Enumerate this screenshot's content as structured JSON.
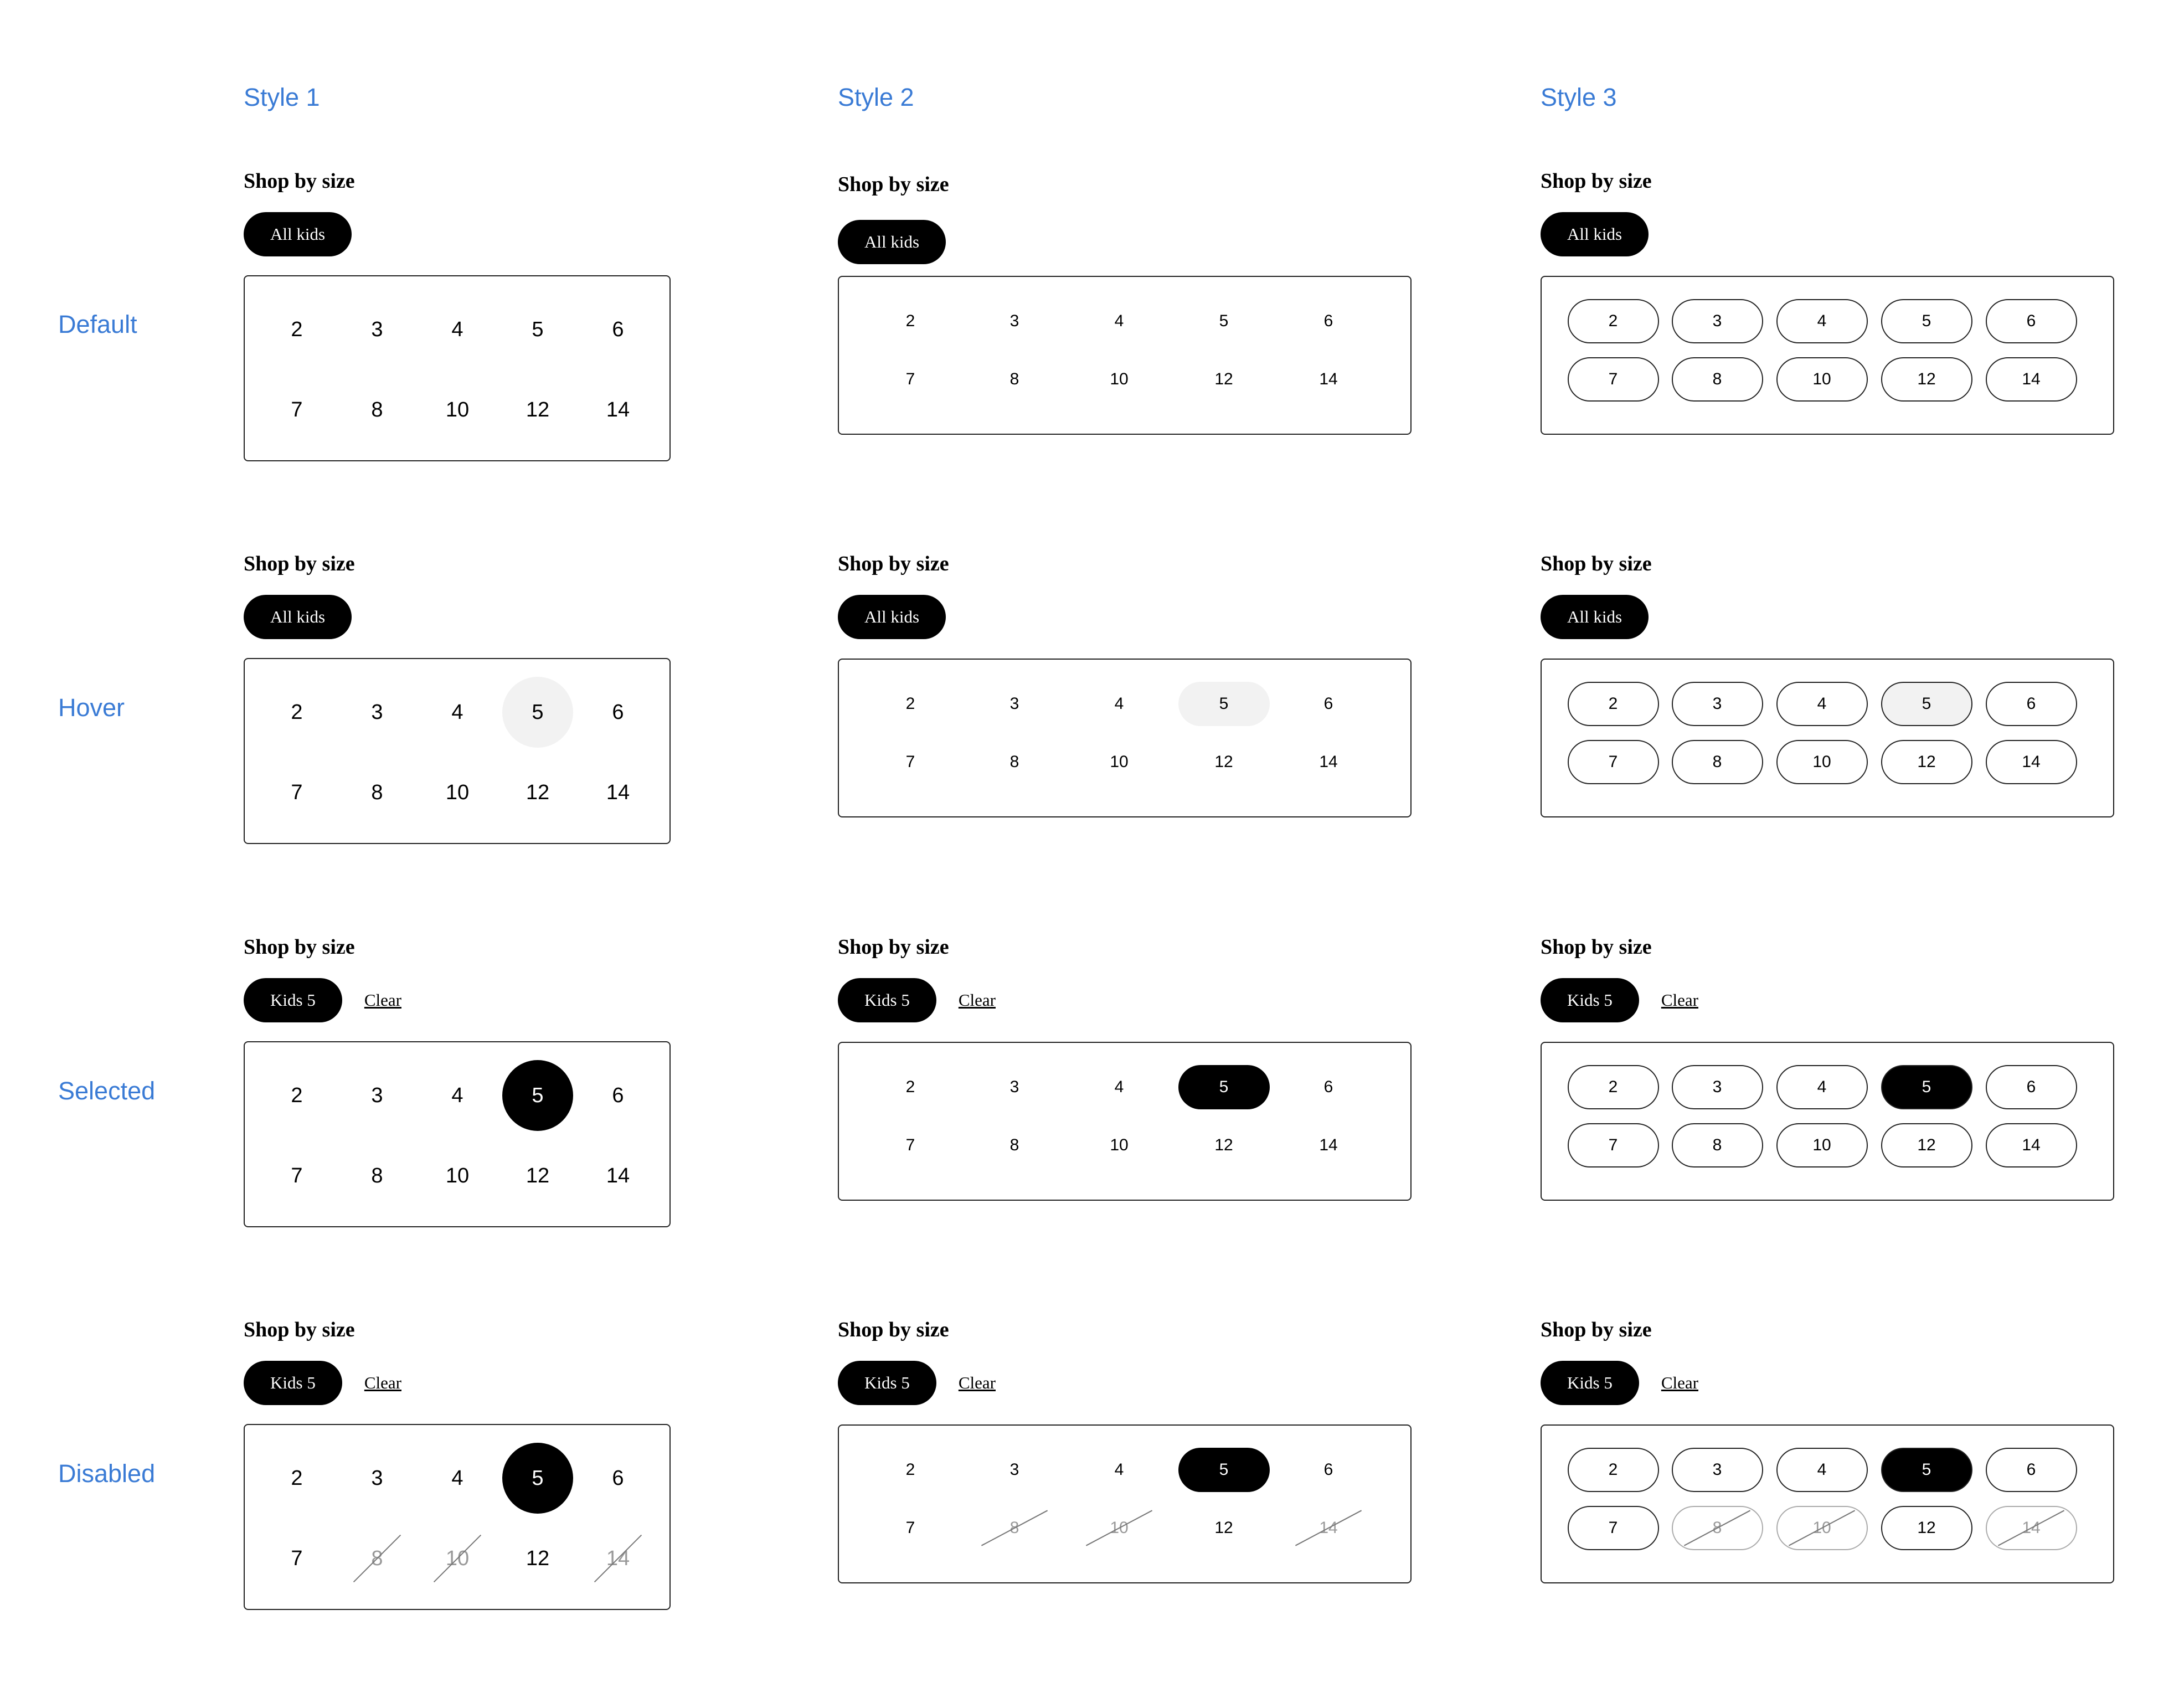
{
  "column_headers": [
    "Style 1",
    "Style 2",
    "Style 3"
  ],
  "row_headers": [
    "Default",
    "Hover",
    "Selected",
    "Disabled"
  ],
  "title": "Shop by size",
  "chip_all": "All kids",
  "chip_selected": "Kids 5",
  "clear_label": "Clear",
  "sizes": [
    "2",
    "3",
    "4",
    "5",
    "6",
    "7",
    "8",
    "10",
    "12",
    "14"
  ],
  "states": {
    "default": {
      "hover": [],
      "selected": [],
      "disabled": []
    },
    "hover": {
      "hover": [
        "5"
      ],
      "selected": [],
      "disabled": []
    },
    "selected": {
      "hover": [],
      "selected": [
        "5"
      ],
      "disabled": []
    },
    "disabled": {
      "hover": [],
      "selected": [
        "5"
      ],
      "disabled": [
        "8",
        "10",
        "14"
      ]
    }
  },
  "colors": {
    "header_blue": "#3a7bd5",
    "chip_bg": "#000000",
    "hover_bg": "#f2f2f2",
    "selected_bg": "#000000",
    "disabled_text": "#999999"
  }
}
